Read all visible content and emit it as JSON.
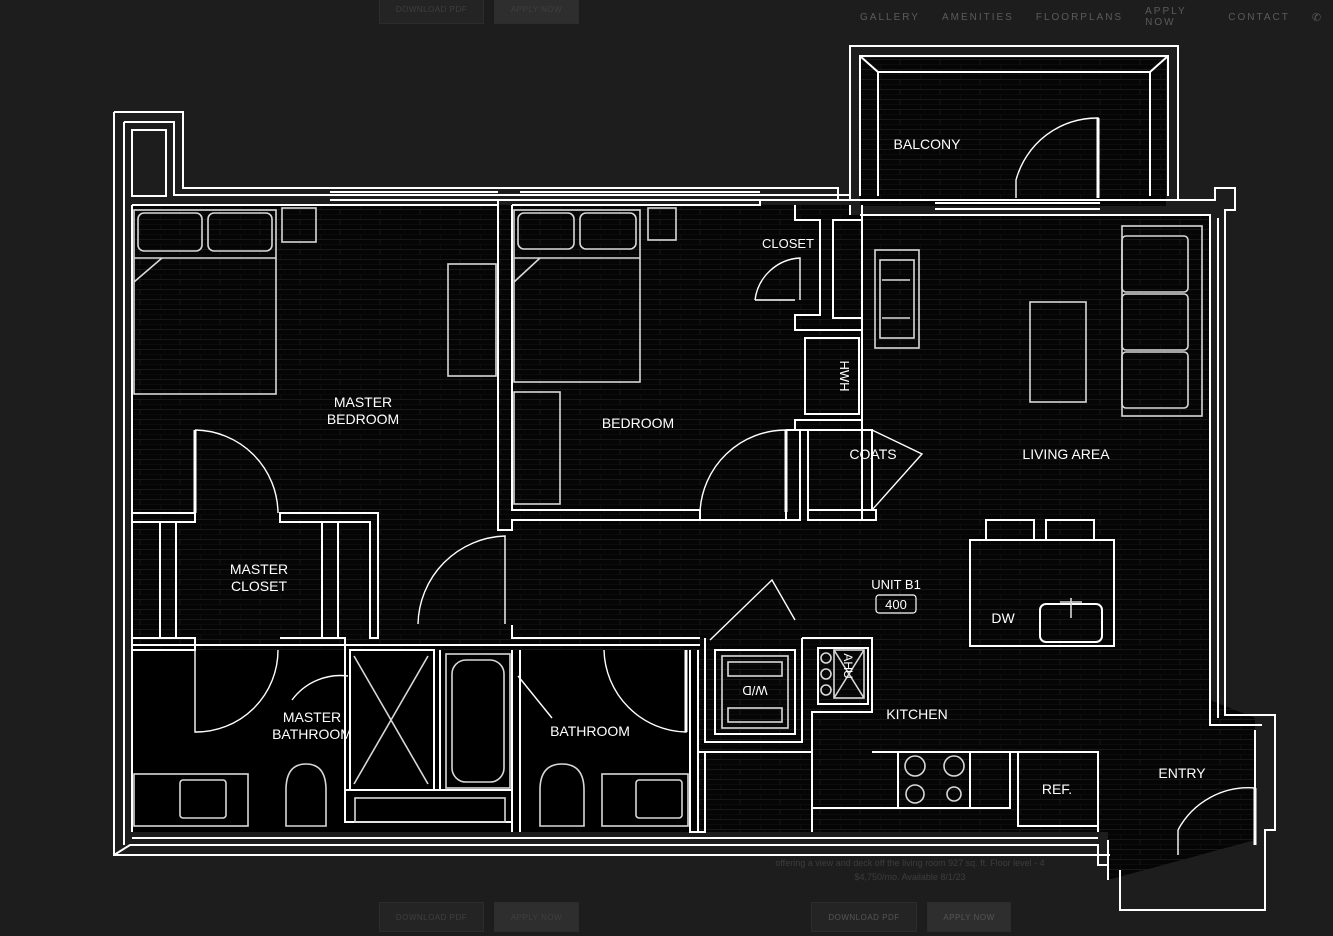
{
  "nav": {
    "items": [
      "GALLERY",
      "AMENITIES",
      "FLOORPLANS",
      "APPLY NOW",
      "CONTACT"
    ]
  },
  "buttons": {
    "download_pdf": "DOWNLOAD PDF",
    "apply_now": "APPLY NOW"
  },
  "plan": {
    "rooms": {
      "balcony": "BALCONY",
      "closet": "CLOSET",
      "hwh": "HWH",
      "master_bedroom_1": "MASTER",
      "master_bedroom_2": "BEDROOM",
      "bedroom": "BEDROOM",
      "coats": "COATS",
      "living_area": "LIVING AREA",
      "master_closet_1": "MASTER",
      "master_closet_2": "CLOSET",
      "unit": "UNIT B1",
      "unit_sqft": "400",
      "dw": "DW",
      "master_bathroom_1": "MASTER",
      "master_bathroom_2": "BATHROOM",
      "bathroom": "BATHROOM",
      "wd": "W/D",
      "ahu": "AHU",
      "kitchen": "KITCHEN",
      "entry": "ENTRY",
      "ref": "REF."
    }
  },
  "caption": {
    "line1": "offering a view and deck off the living room 927 sq. ft. Floor level - 4",
    "line2": "$4,750/mo. Available 8/1/23"
  },
  "colors": {
    "background": "#1d1d1d",
    "floor": "#050505",
    "wall": "#ffffff"
  }
}
